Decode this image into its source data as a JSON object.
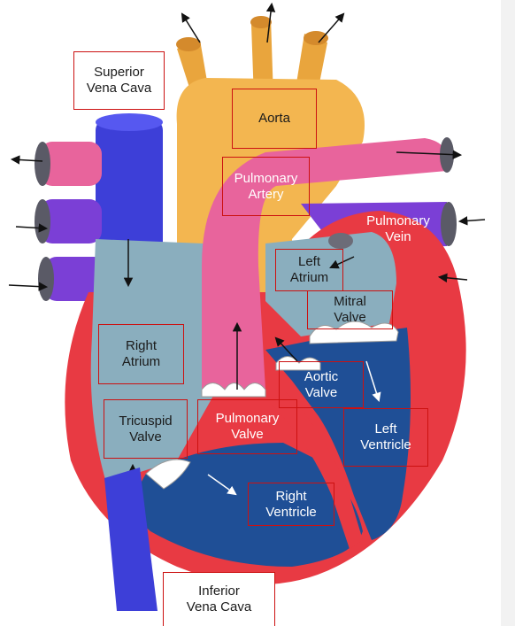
{
  "labels": {
    "superior_vena_cava": "Superior\nVena Cava",
    "aorta": "Aorta",
    "pulmonary_artery": "Pulmonary\nArtery",
    "pulmonary_vein": "Pulmonary\nVein",
    "left_atrium": "Left\nAtrium",
    "mitral_valve": "Mitral\nValve",
    "right_atrium": "Right\nAtrium",
    "aortic_valve": "Aortic\nValve",
    "tricuspid_valve": "Tricuspid\nValve",
    "pulmonary_valve": "Pulmonary\nValve",
    "left_ventricle": "Left\nVentricle",
    "right_ventricle": "Right\nVentricle",
    "inferior_vena_cava": "Inferior\nVena Cava"
  },
  "colors": {
    "label_border": "#cc1111",
    "aorta": "#f3b650",
    "pulmonary_artery": "#e8649c",
    "vena_cava": "#3d3fd8",
    "pulmonary_vein": "#7b3fd6",
    "myocardium": "#e83a43",
    "oxygen_poor_chamber": "#8aaebe",
    "ventricle_blood": "#1f4f96"
  }
}
